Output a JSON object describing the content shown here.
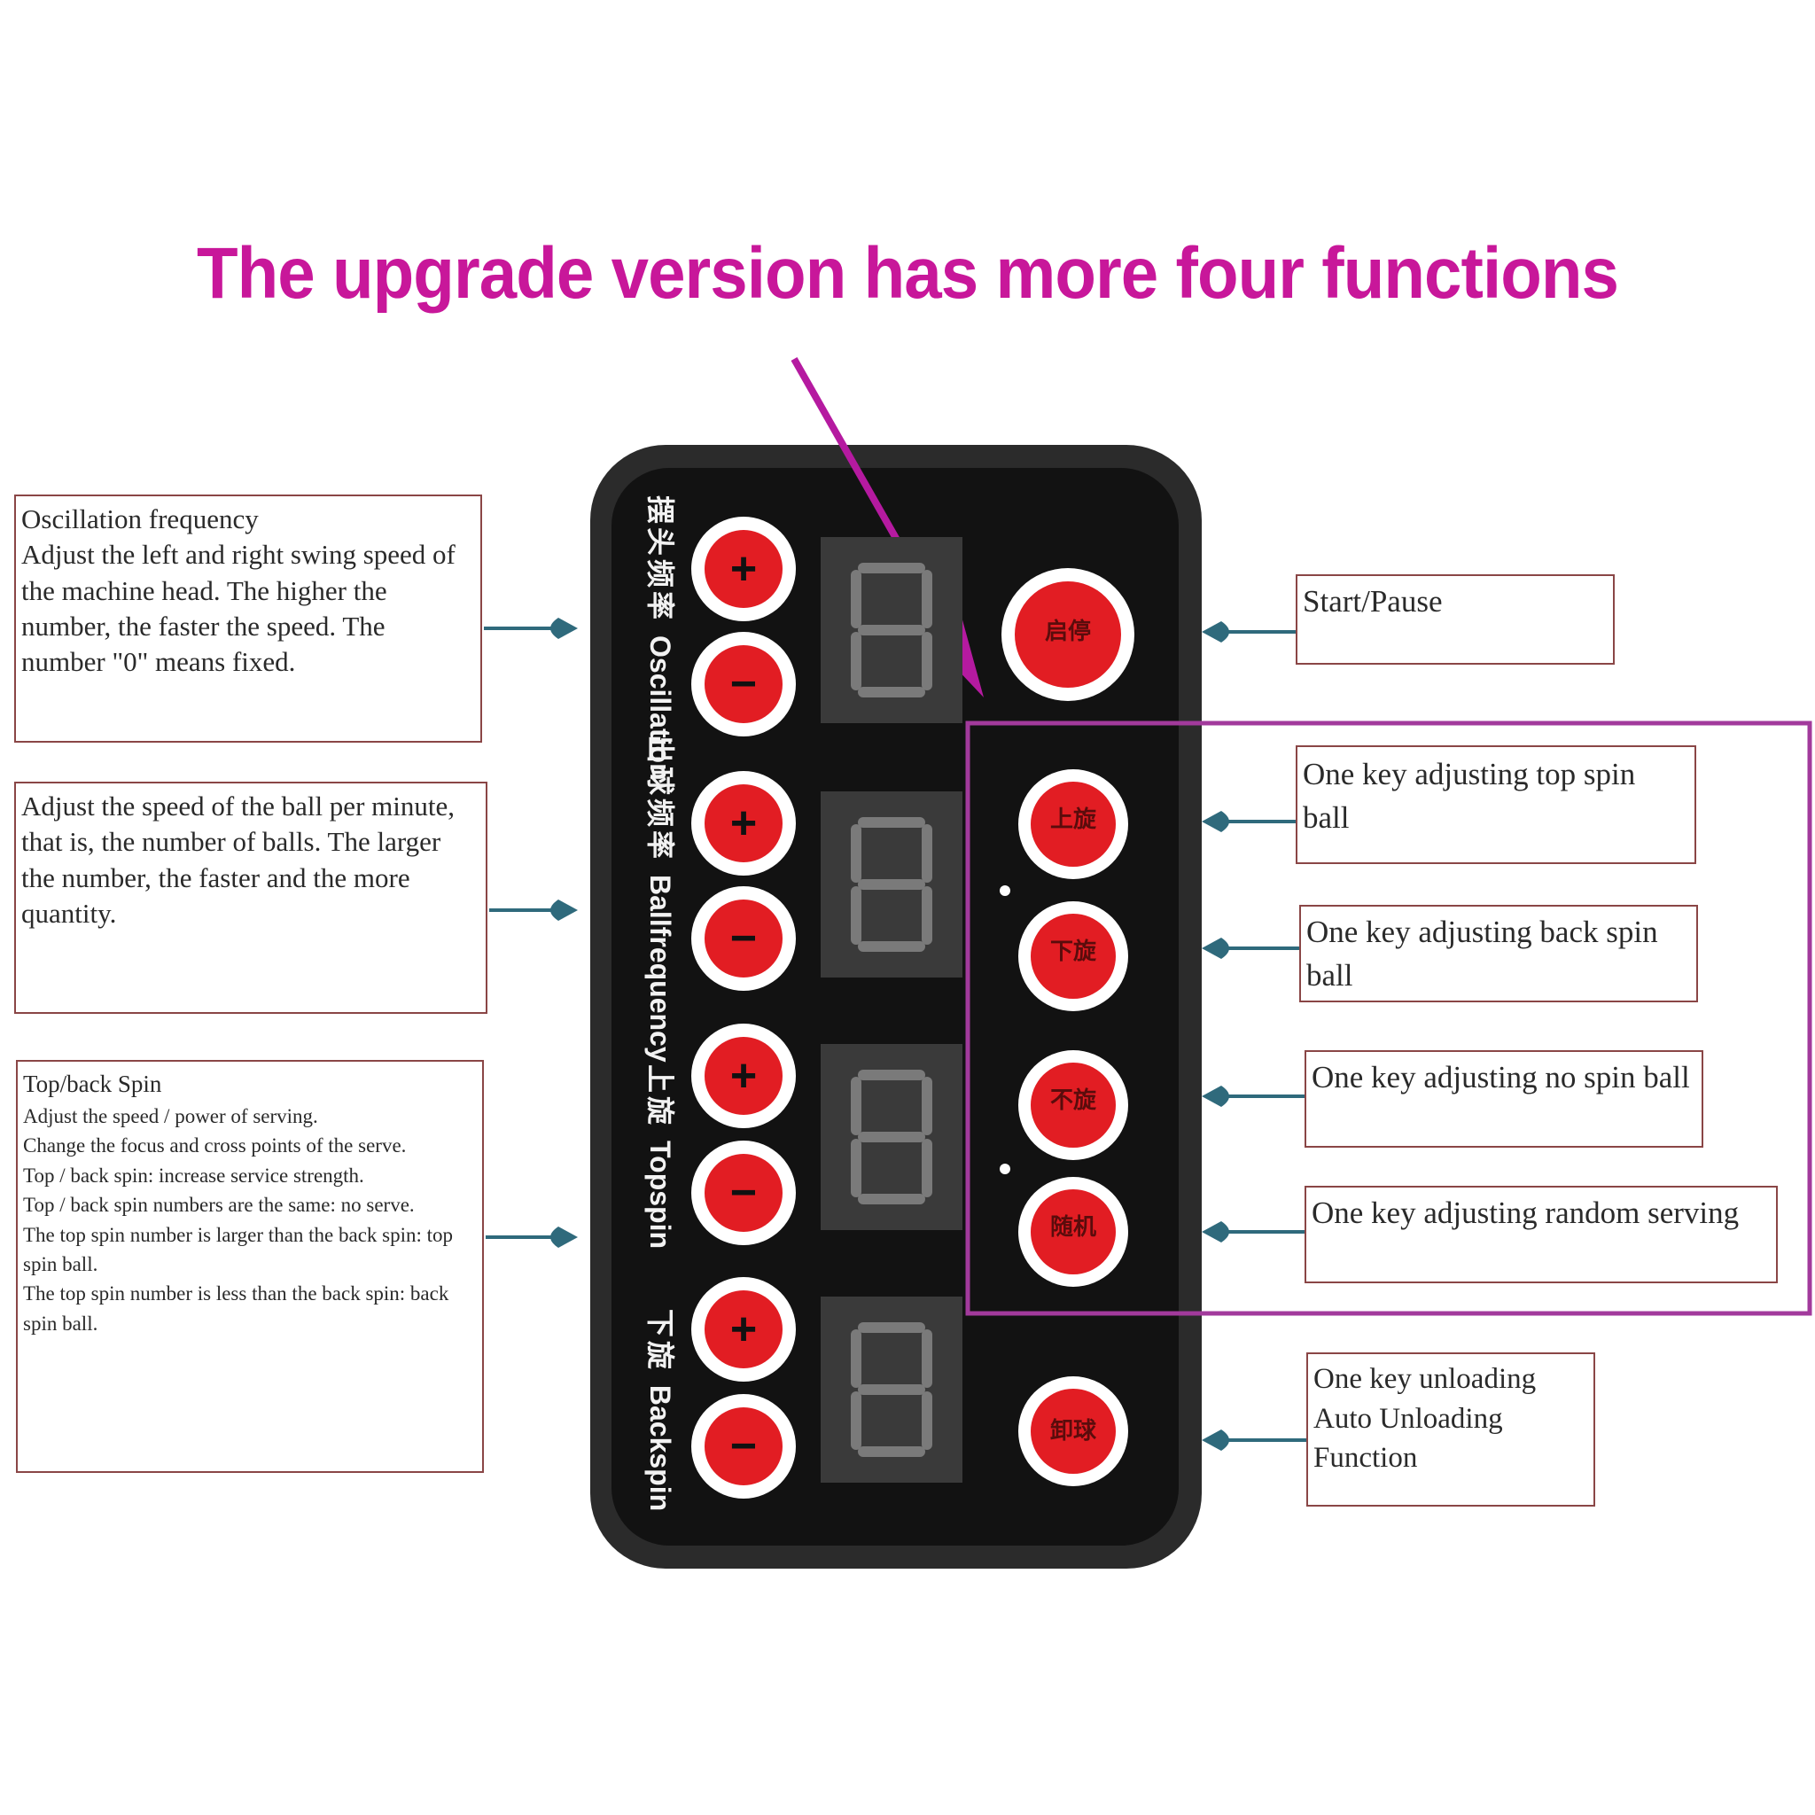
{
  "headline": "The upgrade version has more four functions",
  "colors": {
    "headline": "#c8179a",
    "arrow": "#b51aa0",
    "highlight_box": "#a23a9c",
    "panel": "#2b2b2b",
    "panel_inner": "#121212",
    "button": "#e21d23",
    "button_ring": "#ffffff",
    "digit_bg": "#3a3a3a",
    "digit_segment": "#7a7a7a",
    "callout_border": "#8a4646",
    "wire": "#2f6a7c"
  },
  "left_callouts": {
    "oscillation": "Oscillation frequency\nAdjust the left and right swing speed of the machine head. The higher the number, the faster the speed. The number \"0\" means fixed.",
    "ball_speed": "Adjust the speed of the ball per minute, that is, the number of balls. The larger the number, the faster and the more quantity.",
    "spin_title": "Top/back Spin",
    "spin_body": "Adjust the speed / power of serving.\nChange the focus and cross points of the serve.\nTop / back spin: increase service strength.\nTop / back spin numbers are the same: no serve.\nThe top spin number is larger than the back spin: top spin ball.\nThe top spin number is less than the back spin: back spin ball."
  },
  "right_callouts": {
    "start_pause": "Start/Pause",
    "top_spin": "One key adjusting top spin ball",
    "back_spin": "One key adjusting back spin ball",
    "no_spin": "One key adjusting no spin ball",
    "random": "One key adjusting random serving",
    "unloading": "One key unloading\nAuto Unloading\nFunction"
  },
  "panel": {
    "rows": [
      {
        "label_en": "Oscillation",
        "label_cn": "摆头频率",
        "plus": "+",
        "minus": "−",
        "display": "8"
      },
      {
        "label_en": "Ballfrequency",
        "label_cn": "出球频率",
        "plus": "+",
        "minus": "−",
        "display": "8"
      },
      {
        "label_en": "Topspin",
        "label_cn": "上旋",
        "plus": "+",
        "minus": "−",
        "display": "8"
      },
      {
        "label_en": "Backspin",
        "label_cn": "下旋",
        "plus": "+",
        "minus": "−",
        "display": "8"
      }
    ],
    "function_buttons": {
      "start": "启停",
      "top": "上旋",
      "back": "下旋",
      "none": "不旋",
      "random": "随机",
      "unload": "卸球"
    }
  }
}
